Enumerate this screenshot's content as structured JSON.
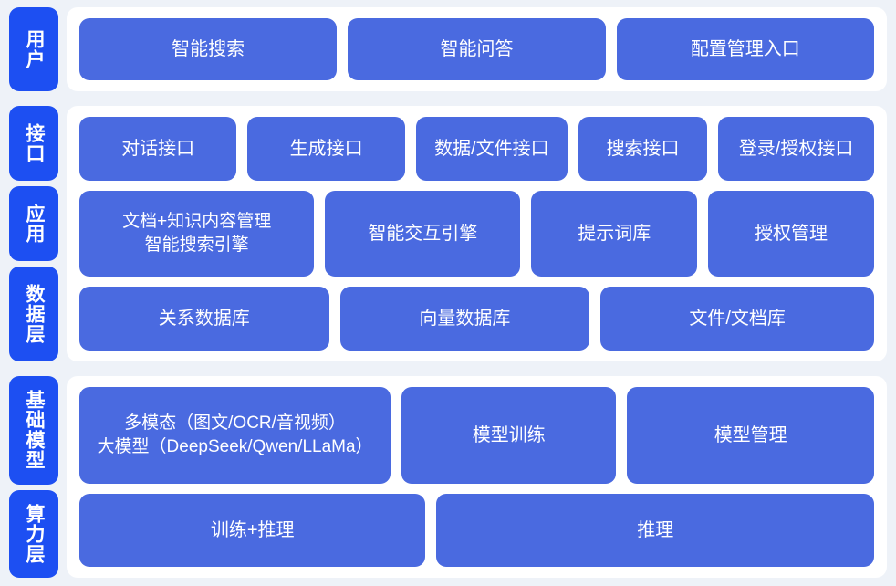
{
  "colors": {
    "page_background": "#eef2f8",
    "panel_background": "#ffffff",
    "tag_blue": "#1d4ff2",
    "box_blue": "#4a6ae0",
    "box_text": "#ffffff"
  },
  "bands": [
    {
      "name": "users-band",
      "tags": [
        {
          "label": "用户"
        }
      ],
      "rows": [
        {
          "name": "user-entry-row",
          "boxes": [
            {
              "label": "智能搜索",
              "flex": 1
            },
            {
              "label": "智能问答",
              "flex": 1
            },
            {
              "label": "配置管理入口",
              "flex": 1
            }
          ]
        }
      ]
    },
    {
      "name": "platform-band",
      "tags": [
        {
          "label": "接口"
        },
        {
          "label": "应用"
        },
        {
          "label": "数据层"
        }
      ],
      "rows": [
        {
          "name": "interface-row",
          "boxes": [
            {
              "label": "对话接口",
              "flex": 1.03
            },
            {
              "label": "生成接口",
              "flex": 1.03
            },
            {
              "label": "数据/文件接口",
              "flex": 0.99
            },
            {
              "label": "搜索接口",
              "flex": 0.83
            },
            {
              "label": "登录/授权接口",
              "flex": 1.02
            }
          ]
        },
        {
          "name": "application-row",
          "boxes": [
            {
              "label": "文档+知识内容管理\n智能搜索引擎",
              "flex": 1.3,
              "multiline": true
            },
            {
              "label": "智能交互引擎",
              "flex": 1.07
            },
            {
              "label": "提示词库",
              "flex": 0.9
            },
            {
              "label": "授权管理",
              "flex": 0.9
            }
          ]
        },
        {
          "name": "data-layer-row",
          "boxes": [
            {
              "label": "关系数据库",
              "flex": 1
            },
            {
              "label": "向量数据库",
              "flex": 1
            },
            {
              "label": "文件/文档库",
              "flex": 1.1
            }
          ]
        }
      ]
    },
    {
      "name": "infrastructure-band",
      "tags": [
        {
          "label": "基础模型"
        },
        {
          "label": "算力层"
        }
      ],
      "rows": [
        {
          "name": "model-row",
          "boxes": [
            {
              "label": "多模态（图文/OCR/音视频）\n大模型（DeepSeek/Qwen/LLaMa）",
              "flex": 1.4,
              "multiline": true
            },
            {
              "label": "模型训练",
              "flex": 0.95
            },
            {
              "label": "模型管理",
              "flex": 1.1
            }
          ]
        },
        {
          "name": "compute-row",
          "boxes": [
            {
              "label": "训练+推理",
              "flex": 0.88
            },
            {
              "label": "推理",
              "flex": 1.12
            }
          ]
        }
      ]
    }
  ]
}
